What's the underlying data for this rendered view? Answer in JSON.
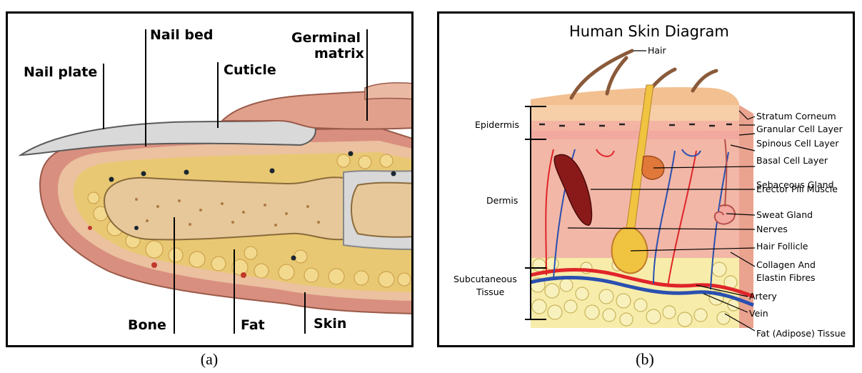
{
  "panel_a": {
    "caption": "(a)",
    "labels": {
      "nail_plate": "Nail plate",
      "nail_bed": "Nail bed",
      "cuticle": "Cuticle",
      "germinal_line1": "Germinal",
      "germinal_line2": "matrix",
      "bone": "Bone",
      "fat": "Fat",
      "skin": "Skin"
    }
  },
  "panel_b": {
    "caption": "(b)",
    "title": "Human Skin Diagram",
    "labels": {
      "hair": "Hair",
      "epidermis": "Epidermis",
      "dermis": "Dermis",
      "subcutaneous_line1": "Subcutaneous",
      "subcutaneous_line2": "Tissue",
      "stratum_corneum": "Stratum Corneum",
      "granular_cell_layer": "Granular Cell Layer",
      "spinous_cell_layer": "Spinous Cell Layer",
      "basal_cell_layer": "Basal Cell Layer",
      "sebaceous_gland": "Sebaceous Gland",
      "erector_pili_muscle": "Erector Pili Muscle",
      "sweat_gland": "Sweat Gland",
      "nerves": "Nerves",
      "hair_follicle": "Hair Follicle",
      "collagen_line1": "Collagen And",
      "collagen_line2": "Elastin Fibres",
      "artery": "Artery",
      "vein": "Vein",
      "fat_tissue": "Fat (Adipose) Tissue"
    }
  },
  "colors": {
    "skin_outer": "#d98f7f",
    "skin_inner": "#f0c8a8",
    "fat_yellow": "#e8c872",
    "bone": "#e6c89a",
    "nail": "#d9d9d9",
    "dermis_pink": "#f2b7a6",
    "epidermis_tan": "#f3c091",
    "artery_red": "#e0242a",
    "vein_blue": "#2a4fb0",
    "adipose": "#f7ecaa"
  }
}
